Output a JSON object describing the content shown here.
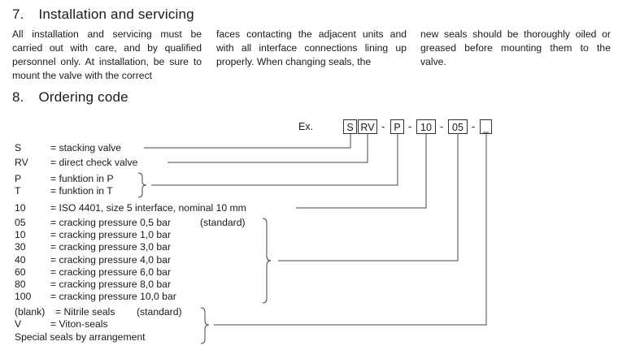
{
  "section7": {
    "number": "7.",
    "title": "Installation and servicing",
    "col1": "All installation and servicing must be carried out with care, and by qualified personnel only. At installation, be sure to mount the valve with the correct",
    "col2": "faces contacting the adjacent units and with all interface connections lining up properly. When changing seals, the",
    "col3": "new seals should be thoroughly oiled or greased before mounting them to the valve."
  },
  "section8": {
    "number": "8.",
    "title": "Ordering code"
  },
  "code": {
    "ex_label": "Ex.",
    "segments": [
      "S",
      "RV",
      "P",
      "10",
      "05",
      "_"
    ],
    "dash": "-"
  },
  "rows": {
    "s": {
      "code": "S",
      "desc": "= stacking valve"
    },
    "rv": {
      "code": "RV",
      "desc": "= direct check valve"
    },
    "p": {
      "code": "P",
      "desc": "= funktion in P"
    },
    "t": {
      "code": "T",
      "desc": "= funktion in T"
    },
    "size": {
      "code": "10",
      "desc": "= ISO 4401, size 5 interface, nominal 10 mm"
    },
    "pressure": [
      {
        "code": "05",
        "desc": "= cracking pressure 0,5 bar",
        "note": "(standard)"
      },
      {
        "code": "10",
        "desc": "= cracking pressure 1,0 bar"
      },
      {
        "code": "30",
        "desc": "= cracking pressure 3,0 bar"
      },
      {
        "code": "40",
        "desc": "= cracking pressure 4,0 bar"
      },
      {
        "code": "60",
        "desc": "= cracking pressure 6,0 bar"
      },
      {
        "code": "80",
        "desc": "= cracking pressure 8,0 bar"
      },
      {
        "code": "100",
        "desc": "= cracking pressure 10,0 bar"
      }
    ],
    "seals": {
      "blank_code": "(blank)",
      "blank_desc": "= Nitrile seals",
      "blank_note": "(standard)",
      "v_code": "V",
      "v_desc": "= Viton-seals",
      "special": "Special seals by arrangement"
    }
  }
}
